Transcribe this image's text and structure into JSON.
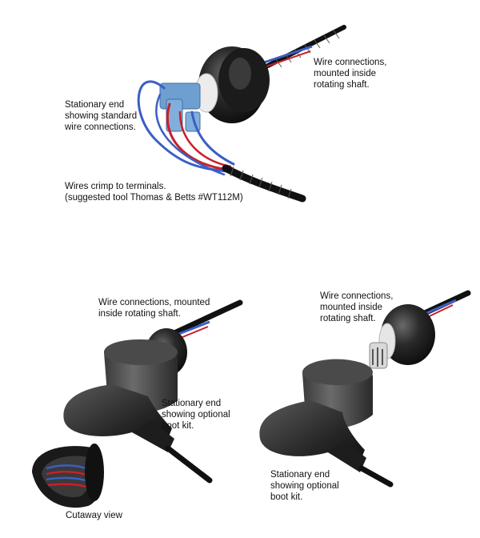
{
  "labels": {
    "top_wire_connections": "Wire connections,\nmounted inside\nrotating shaft.",
    "top_stationary_end": "Stationary end\nshowing standard\nwire connections.",
    "top_wires_crimp": "Wires crimp to terminals.\n(suggested tool Thomas & Betts #WT112M)",
    "left_wire_connections": "Wire connections, mounted\ninside rotating shaft.",
    "left_stationary_end": "Stationary end\nshowing optional\nboot kit.",
    "cutaway": "Cutaway view",
    "right_wire_connections": "Wire connections,\nmounted inside\nrotating shaft.",
    "right_stationary_end": "Stationary end\nshowing optional\nboot kit."
  },
  "colors": {
    "body_black": "#1a1a1a",
    "wire_blue": "#3a5fc4",
    "wire_red": "#c8202a",
    "terminal_blue": "#6f9fd0",
    "collar_white": "#e8e8e8"
  }
}
